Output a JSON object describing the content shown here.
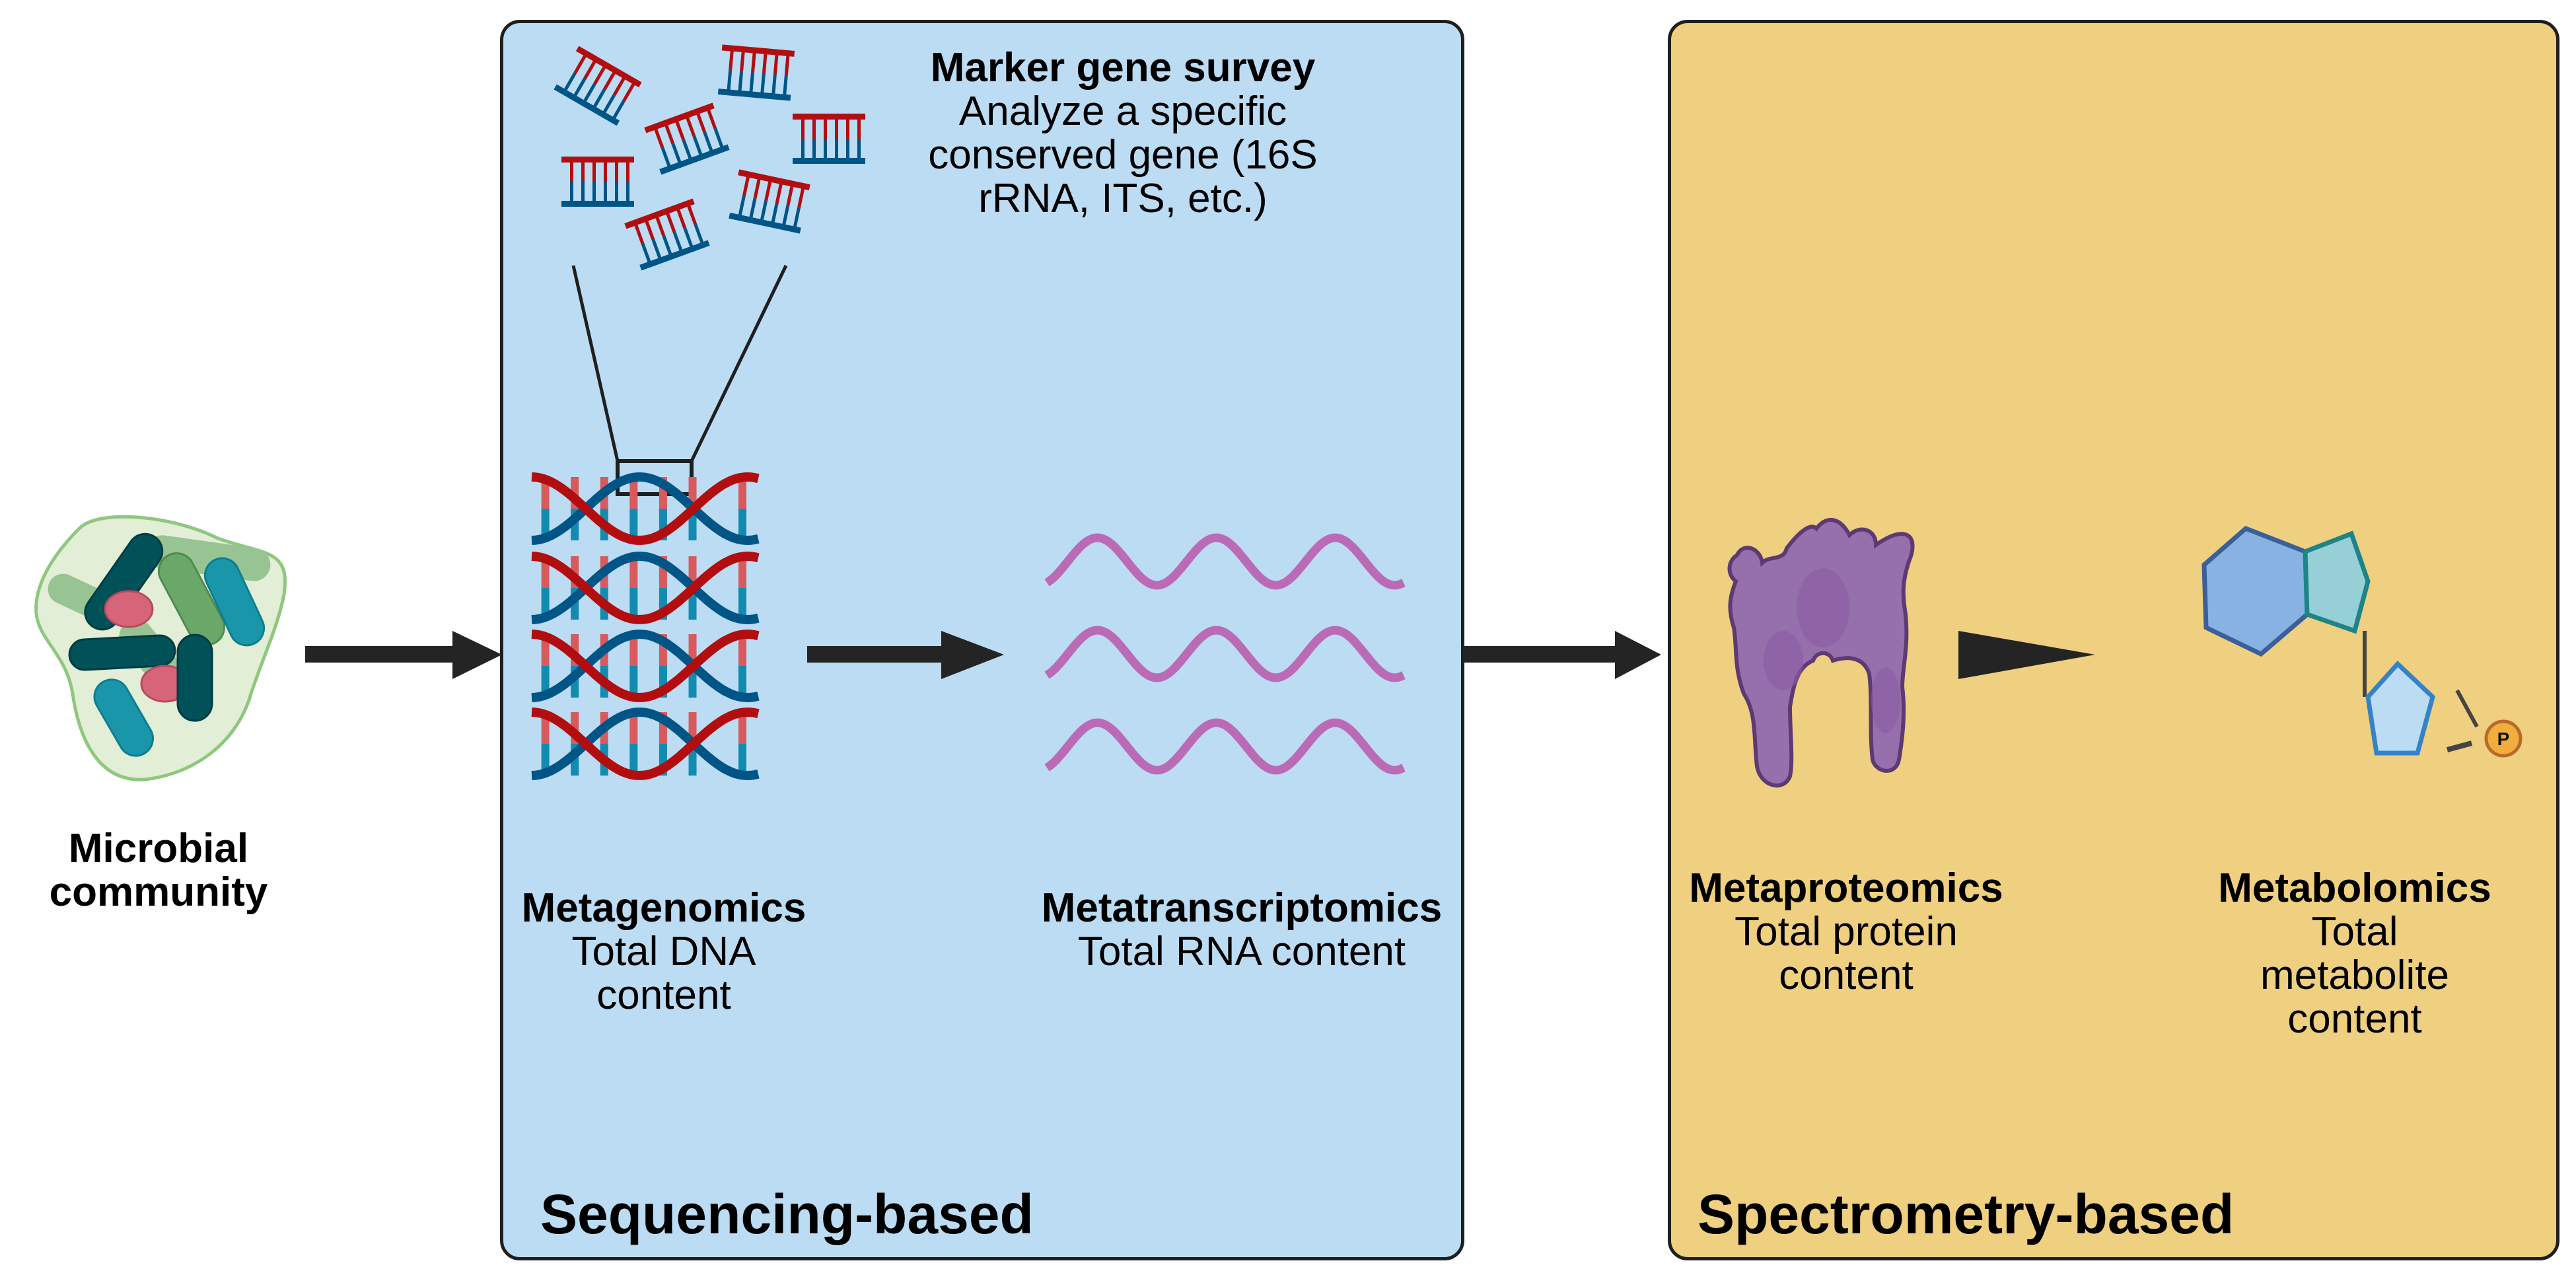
{
  "microbial_community": {
    "title": "Microbial community"
  },
  "panels": {
    "sequencing": {
      "title": "Sequencing-based",
      "color": "#bbdcf3"
    },
    "spectrometry": {
      "title": "Spectrometry-based",
      "color": "#efcf80"
    }
  },
  "marker_gene": {
    "title": "Marker gene survey",
    "subtitle": "Analyze a specific\nconserved gene (16S\nrRNA, ITS, etc.)"
  },
  "metagenomics": {
    "title": "Metagenomics",
    "subtitle": "Total DNA\ncontent"
  },
  "metatranscriptomics": {
    "title": "Metatranscriptomics",
    "subtitle": "Total RNA content"
  },
  "metaproteomics": {
    "title": "Metaproteomics",
    "subtitle": "Total protein\ncontent"
  },
  "metabolomics": {
    "title": "Metabolomics",
    "subtitle": "Total\nmetabolite\ncontent"
  },
  "phosphate_label": "P",
  "colors": {
    "dna_red": "#b20e10",
    "dna_blue": "#005587",
    "rna": "#bb6bb5",
    "protein": "#8c62a3",
    "arrow": "#242424"
  }
}
